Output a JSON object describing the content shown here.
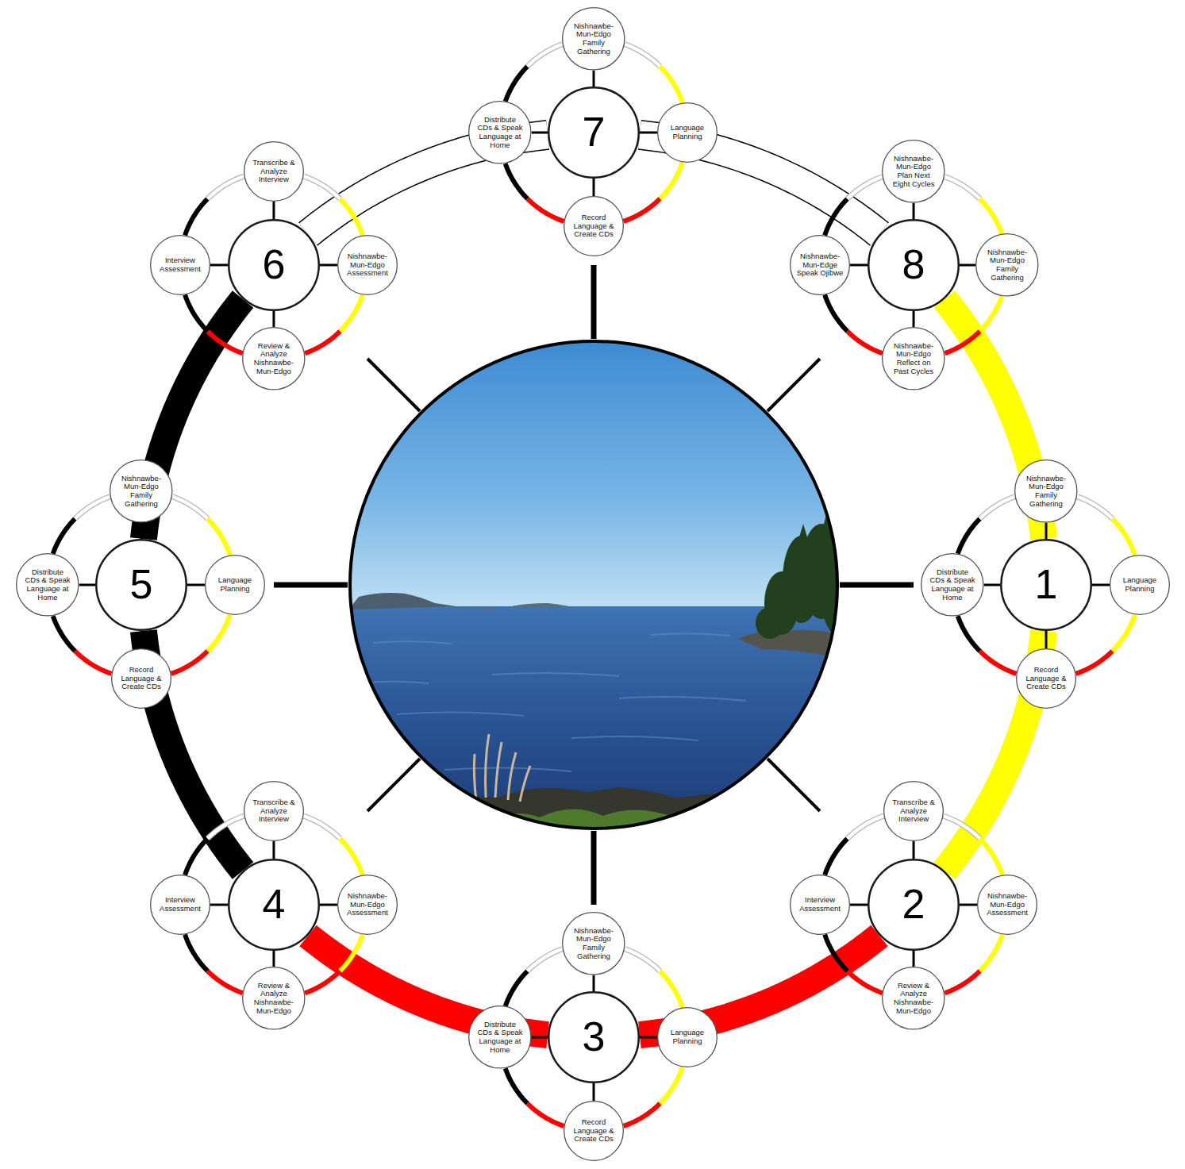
{
  "diagram": {
    "nodes": [
      {
        "text": [
          "1"
        ]
      },
      {
        "text": [
          "Nishnawbe-Mun-Edgo Family Gathering"
        ]
      },
      {
        "text": [
          "Language Planning"
        ]
      },
      {
        "text": [
          "Record Language & Create CDs"
        ]
      },
      {
        "text": [
          "Distribute CDs & Speak Language at Home"
        ]
      },
      {
        "text": [
          "2"
        ]
      },
      {
        "text": [
          "Transcribe & Analyze Interview"
        ]
      },
      {
        "text": [
          "Nishnawbe-Mun-Edgo Assessment"
        ]
      },
      {
        "text": [
          "Review & Analyze Nishnawbe-Mun-Edgo"
        ]
      },
      {
        "text": [
          "Interview Assessment"
        ]
      },
      {
        "text": [
          "3"
        ]
      },
      {
        "text": [
          "Nishnawbe-Mun-Edgo Family Gathering"
        ]
      },
      {
        "text": [
          "Language Planning"
        ]
      },
      {
        "text": [
          "Record Language & Create CDs"
        ]
      },
      {
        "text": [
          "Distribute CDs & Speak Language at Home"
        ]
      },
      {
        "text": [
          "4"
        ]
      },
      {
        "text": [
          "Transcribe & Analyze Interview"
        ]
      },
      {
        "text": [
          "Nishnawbe-Mun-Edgo Assessment"
        ]
      },
      {
        "text": [
          "Review & Analyze Nishnawbe-Mun-Edgo"
        ]
      },
      {
        "text": [
          "Interview Assessment"
        ]
      },
      {
        "text": [
          "5"
        ]
      },
      {
        "text": [
          "Nishnawbe-Mun-Edgo Family Gathering"
        ]
      },
      {
        "text": [
          "Language Planning"
        ]
      },
      {
        "text": [
          "Record Language & Create CDs"
        ]
      },
      {
        "text": [
          "Distribute CDs & Speak Language at Home"
        ]
      },
      {
        "text": [
          "6"
        ]
      },
      {
        "text": [
          "Transcribe & Analyze Interview"
        ]
      },
      {
        "text": [
          "Nishnawbe-Mun-Edgo Assessment"
        ]
      },
      {
        "text": [
          "Review & Analyze Nishnawbe-Mun-Edgo"
        ]
      },
      {
        "text": [
          "Interview Assessment"
        ]
      },
      {
        "text": [
          "7"
        ]
      },
      {
        "text": [
          "Nishnawbe-Mun-Edgo Family Gathering"
        ]
      },
      {
        "text": [
          "Language Planning"
        ]
      },
      {
        "text": [
          "Record Language & Create CDs"
        ]
      },
      {
        "text": [
          "Distribute CDs & Speak Language at Home"
        ]
      },
      {
        "text": [
          "8"
        ]
      },
      {
        "text": [
          "Nishnawbe-Mun-Edgo Plan Next Eight Cycles"
        ]
      },
      {
        "text": [
          "Nishnawbe-Mun-Edgo Family Gathering"
        ]
      },
      {
        "text": [
          "Nishnawbe-Mun-Edgo Reflect on Past Cycles"
        ]
      },
      {
        "text": [
          "Nishnawbe-Mun-Edge Speak Ojibwe"
        ]
      }
    ],
    "edges": [
      {
        "from": 35,
        "to": 0,
        "arrow": "none"
      },
      {
        "from": 0,
        "to": 5,
        "arrow": "none"
      },
      {
        "from": 5,
        "to": 10,
        "arrow": "none"
      },
      {
        "from": 10,
        "to": 15,
        "arrow": "none"
      },
      {
        "from": 15,
        "to": 20,
        "arrow": "none"
      },
      {
        "from": 20,
        "to": 25,
        "arrow": "none"
      },
      {
        "from": 25,
        "to": 30,
        "arrow": "none"
      },
      {
        "from": 30,
        "to": 35,
        "arrow": "none"
      },
      {
        "from": 1,
        "to": 2,
        "arrow": "none"
      },
      {
        "from": 2,
        "to": 3,
        "arrow": "none"
      },
      {
        "from": 3,
        "to": 4,
        "arrow": "none"
      },
      {
        "from": 4,
        "to": 1,
        "arrow": "none"
      },
      {
        "from": 6,
        "to": 7,
        "arrow": "none"
      },
      {
        "from": 7,
        "to": 8,
        "arrow": "none"
      },
      {
        "from": 8,
        "to": 9,
        "arrow": "none"
      },
      {
        "from": 9,
        "to": 6,
        "arrow": "none"
      },
      {
        "from": 11,
        "to": 12,
        "arrow": "none"
      },
      {
        "from": 12,
        "to": 13,
        "arrow": "none"
      },
      {
        "from": 13,
        "to": 14,
        "arrow": "none"
      },
      {
        "from": 14,
        "to": 11,
        "arrow": "none"
      },
      {
        "from": 16,
        "to": 17,
        "arrow": "none"
      },
      {
        "from": 17,
        "to": 18,
        "arrow": "none"
      },
      {
        "from": 18,
        "to": 19,
        "arrow": "none"
      },
      {
        "from": 19,
        "to": 16,
        "arrow": "none"
      },
      {
        "from": 21,
        "to": 22,
        "arrow": "none"
      },
      {
        "from": 22,
        "to": 23,
        "arrow": "none"
      },
      {
        "from": 23,
        "to": 24,
        "arrow": "none"
      },
      {
        "from": 24,
        "to": 21,
        "arrow": "none"
      },
      {
        "from": 26,
        "to": 27,
        "arrow": "none"
      },
      {
        "from": 27,
        "to": 28,
        "arrow": "none"
      },
      {
        "from": 28,
        "to": 29,
        "arrow": "none"
      },
      {
        "from": 29,
        "to": 26,
        "arrow": "none"
      },
      {
        "from": 31,
        "to": 32,
        "arrow": "none"
      },
      {
        "from": 32,
        "to": 33,
        "arrow": "none"
      },
      {
        "from": 33,
        "to": 34,
        "arrow": "none"
      },
      {
        "from": 34,
        "to": 31,
        "arrow": "none"
      },
      {
        "from": 36,
        "to": 37,
        "arrow": "none"
      },
      {
        "from": 37,
        "to": 38,
        "arrow": "none"
      },
      {
        "from": 38,
        "to": 39,
        "arrow": "none"
      },
      {
        "from": 39,
        "to": 36,
        "arrow": "none"
      },
      {
        "from": 0,
        "to": 1,
        "arrow": "none"
      },
      {
        "from": 0,
        "to": 2,
        "arrow": "none"
      },
      {
        "from": 0,
        "to": 3,
        "arrow": "none"
      },
      {
        "from": 0,
        "to": 4,
        "arrow": "none"
      },
      {
        "from": 5,
        "to": 6,
        "arrow": "none"
      },
      {
        "from": 5,
        "to": 7,
        "arrow": "none"
      },
      {
        "from": 5,
        "to": 8,
        "arrow": "none"
      },
      {
        "from": 5,
        "to": 9,
        "arrow": "none"
      },
      {
        "from": 10,
        "to": 11,
        "arrow": "none"
      },
      {
        "from": 10,
        "to": 12,
        "arrow": "none"
      },
      {
        "from": 10,
        "to": 13,
        "arrow": "none"
      },
      {
        "from": 10,
        "to": 14,
        "arrow": "none"
      },
      {
        "from": 15,
        "to": 16,
        "arrow": "none"
      },
      {
        "from": 15,
        "to": 17,
        "arrow": "none"
      },
      {
        "from": 15,
        "to": 18,
        "arrow": "none"
      },
      {
        "from": 15,
        "to": 19,
        "arrow": "none"
      },
      {
        "from": 20,
        "to": 21,
        "arrow": "none"
      },
      {
        "from": 20,
        "to": 22,
        "arrow": "none"
      },
      {
        "from": 20,
        "to": 23,
        "arrow": "none"
      },
      {
        "from": 20,
        "to": 24,
        "arrow": "none"
      },
      {
        "from": 25,
        "to": 26,
        "arrow": "none"
      },
      {
        "from": 25,
        "to": 27,
        "arrow": "none"
      },
      {
        "from": 25,
        "to": 28,
        "arrow": "none"
      },
      {
        "from": 25,
        "to": 29,
        "arrow": "none"
      },
      {
        "from": 30,
        "to": 31,
        "arrow": "none"
      },
      {
        "from": 30,
        "to": 32,
        "arrow": "none"
      },
      {
        "from": 30,
        "to": 33,
        "arrow": "none"
      },
      {
        "from": 30,
        "to": 34,
        "arrow": "none"
      },
      {
        "from": 35,
        "to": 36,
        "arrow": "none"
      },
      {
        "from": 35,
        "to": 37,
        "arrow": "none"
      },
      {
        "from": 35,
        "to": 38,
        "arrow": "none"
      },
      {
        "from": 35,
        "to": 39,
        "arrow": "none"
      }
    ]
  }
}
